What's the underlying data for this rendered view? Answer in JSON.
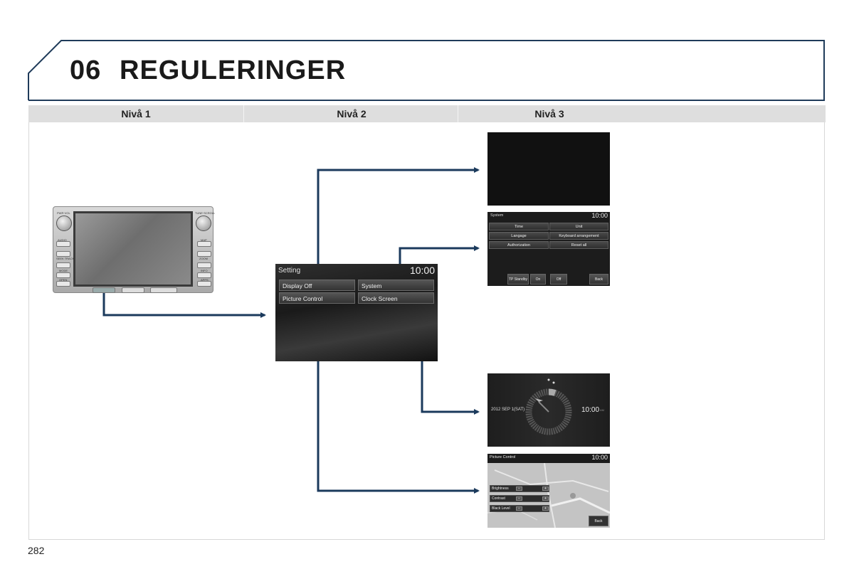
{
  "header": {
    "chapter_number": "06",
    "chapter_title": "REGULERINGER"
  },
  "columns": {
    "level1": "Nivå 1",
    "level2": "Nivå 2",
    "level3": "Nivå 3"
  },
  "head_unit": {
    "labels": [
      "PWR·VOL",
      "TUNE·SCROLL",
      "AUDIO",
      "SEEK TRACK",
      "MODE",
      "OPEN",
      "MAP",
      "ZOOM",
      "INFO",
      "APPS"
    ]
  },
  "setting_screen": {
    "title": "Setting",
    "time": "10:00",
    "buttons": [
      "Display Off",
      "System",
      "Picture Control",
      "Clock Screen"
    ]
  },
  "system_screen": {
    "title": "System",
    "time": "10:00",
    "buttons": [
      "Time",
      "Unit",
      "Langage",
      "Keyboard arrangement",
      "Authorization",
      "Reset all"
    ],
    "bottom_buttons": [
      "TP Standby",
      "On",
      "Off",
      "Back"
    ]
  },
  "clock_screen": {
    "date": "2012   SEP 1(SAT)",
    "time": "10:00",
    "ampm": "AM"
  },
  "picture_control_screen": {
    "title": "Picture Control",
    "time": "10:00",
    "rows": [
      "Brightness",
      "Contrast",
      "Black Level"
    ],
    "back": "Back"
  },
  "page_number": "282",
  "colors": {
    "arrow": "#1b3a5c",
    "header_border": "#1f3b5a",
    "column_bar": "#dedede"
  }
}
